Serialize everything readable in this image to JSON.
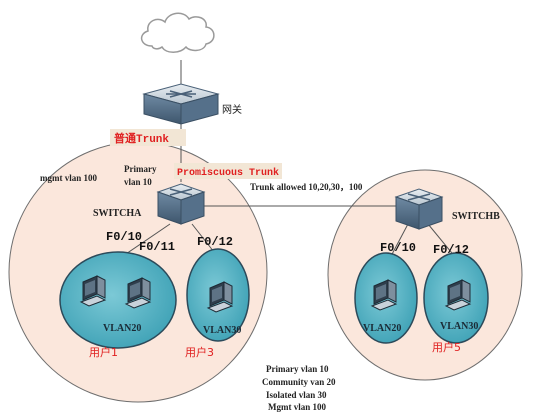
{
  "labels": {
    "gateway": "网关",
    "normal_trunk": "普通Trunk",
    "promiscuous_trunk": "Promiscuous Trunk",
    "mgmt_vlan": "mgmt vlan 100",
    "primary_vlan_line1": "Primary",
    "primary_vlan_line2": "vlan 10",
    "trunk_allowed": "Trunk allowed 10,20,30，100",
    "switch_a": "SWITCHA",
    "switch_b": "SWITCHB",
    "port_a_f010": "F0/10",
    "port_a_f011": "F0/11",
    "port_a_f012": "F0/12",
    "port_b_f010": "F0/10",
    "port_b_f012": "F0/12",
    "vlan20_a": "VLAN20",
    "vlan30_a": "VLAN30",
    "vlan20_b": "VLAN20",
    "vlan30_b": "VLAN30",
    "user1": "用户1",
    "user3": "用户3",
    "user5": "用户5"
  },
  "summary": [
    "Primary vlan 10",
    "Community van 20",
    "Isolated vlan 30",
    "Mgmt vlan   100"
  ],
  "colors": {
    "zone_fill": "#FBE7DC",
    "zone_stroke": "#6E6E6E",
    "vlan_fill": "#5BB8C8",
    "vlan_stroke": "#2C4A5A",
    "device_body": "#5B7A96",
    "trunk_label_bg": "#F2E6D5",
    "red_text": "#E02020",
    "cloud_stroke": "#9A9A9A"
  },
  "icons": {
    "cloud": "cloud-icon",
    "gateway": "router-icon",
    "switch": "switch-icon",
    "pc": "computer-icon"
  }
}
